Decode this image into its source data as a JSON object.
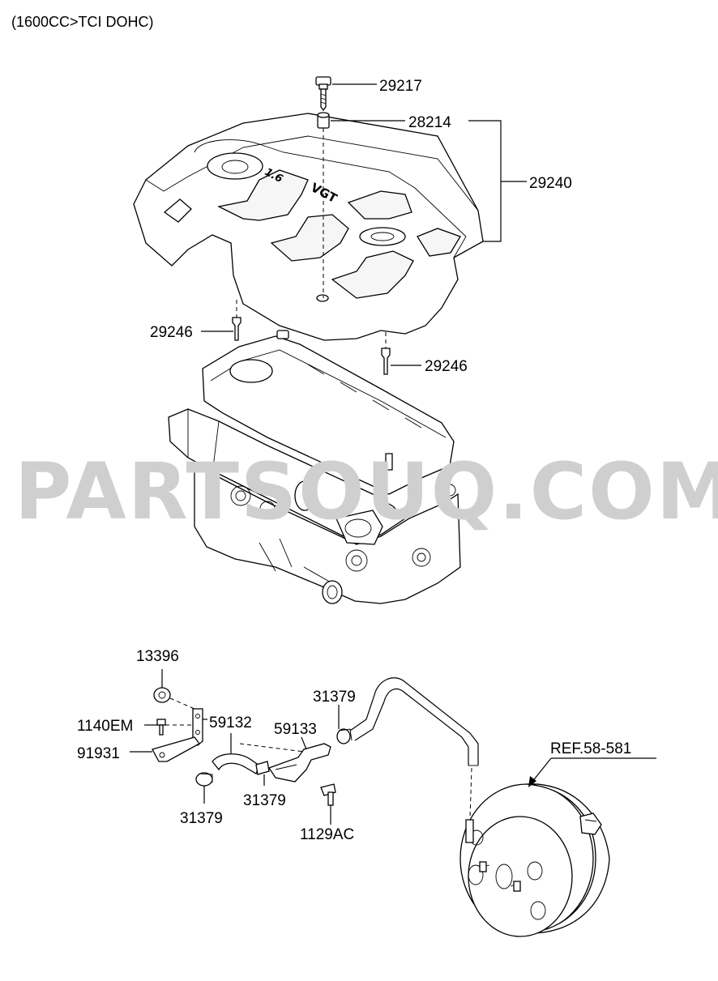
{
  "title": "(1600CC>TCI DOHC)",
  "watermark": "PARTSOUQ.COM",
  "callouts": {
    "c29217": "29217",
    "c28214": "28214",
    "c29240": "29240",
    "c29246a": "29246",
    "c29246b": "29246",
    "c13396": "13396",
    "c1140em": "1140EM",
    "c59132": "59132",
    "c59133": "59133",
    "c31379top": "31379",
    "c91931": "91931",
    "c31379left": "31379",
    "c31379mid": "31379",
    "c1129ac": "1129AC",
    "ref": "REF.58-581"
  },
  "cover_badge": {
    "engine": "1.6",
    "tech": "VGT"
  }
}
